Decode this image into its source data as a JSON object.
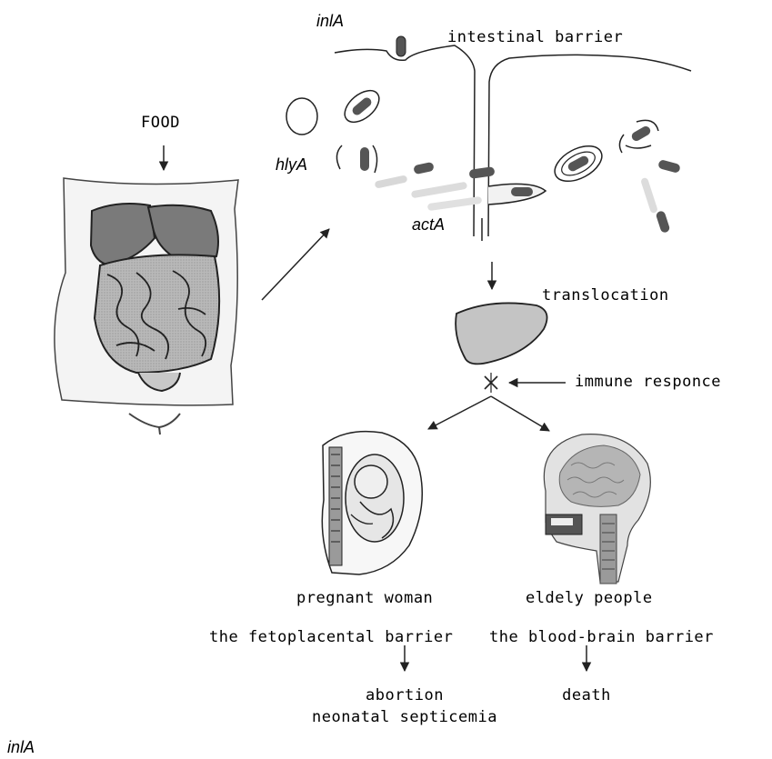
{
  "labels": {
    "gene_inla_top": "inlA",
    "gene_hlya": "hlyA",
    "gene_acta": "actA",
    "intestinal_barrier": "intestinal barrier",
    "food": "FOOD",
    "translocation": "translocation",
    "immune_response": "immune responce",
    "pregnant_woman": "pregnant woman",
    "elderly_people": "eldely people",
    "fetoplacental_barrier": "the fetoplacental barrier",
    "blood_brain_barrier": "the blood-brain barrier",
    "outcome_pregnancy_1": "abortion",
    "outcome_pregnancy_2": "neonatal septicemia",
    "outcome_elderly": "death",
    "gene_inla_bottom": "inlA"
  },
  "colors": {
    "ink": "#222222",
    "organ_dark": "#7a7a7a",
    "organ_mid": "#a8a8a8",
    "organ_light": "#cfcfcf",
    "bacterium": "#555555",
    "torso": "#f4f4f4"
  },
  "icons": {
    "abdomen": "abdomen-organs-illustration",
    "liver": "liver-icon",
    "fetus": "pregnant-uterus-illustration",
    "head": "head-brain-illustration",
    "blocked": "x-mark-icon"
  }
}
